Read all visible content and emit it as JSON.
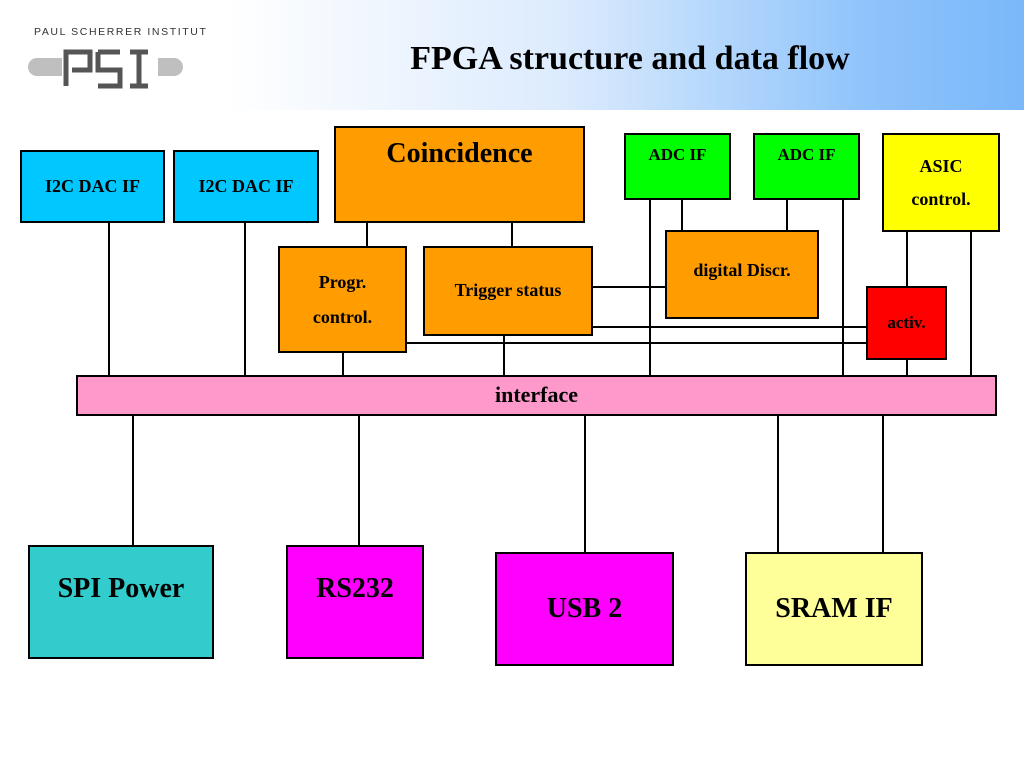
{
  "logo": {
    "org_name": "PAUL SCHERRER INSTITUT",
    "mark": "PSI"
  },
  "title": "FPGA structure and data flow",
  "blocks": {
    "i2c_dac_1": "I2C DAC IF",
    "i2c_dac_2": "I2C DAC IF",
    "coincidence": "Coincidence",
    "adc_if_1": "ADC IF",
    "adc_if_2": "ADC IF",
    "asic_control": "ASIC\ncontrol.",
    "progr_control": "Progr.\ncontrol.",
    "trigger_status": "Trigger status",
    "digital_discr": "digital Discr.",
    "activ": "activ.",
    "interface": "interface",
    "spi_power": "SPI Power",
    "rs232": "RS232",
    "usb2": "USB 2",
    "sram_if": "SRAM IF"
  },
  "colors": {
    "i2c": "#00c8ff",
    "orange": "#ff9c00",
    "green": "#00ff00",
    "yellow": "#ffff00",
    "red": "#ff0000",
    "pink": "#ff99cc",
    "teal": "#33cccc",
    "magenta": "#ff00ff",
    "cream": "#ffff99"
  }
}
